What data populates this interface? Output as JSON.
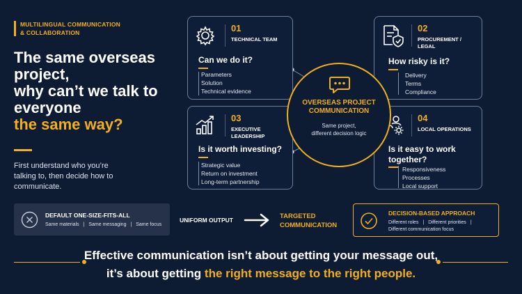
{
  "header": {
    "tag_line1": "MULTILINGUAL COMMUNICATION",
    "tag_line2": "& COLLABORATION",
    "headline_line1": "The same overseas",
    "headline_line2": "project,",
    "headline_line3": "why can’t we talk to",
    "headline_line4": "everyone",
    "headline_highlight": "the same way?",
    "subtext": "First understand who you’re talking to, then decide how to communicate."
  },
  "hub": {
    "title_line1": "OVERSEAS PROJECT",
    "title_line2": "COMMUNICATION",
    "sub_line1": "Same project,",
    "sub_line2": "different decision logic",
    "icon": "chat-bubble-icon"
  },
  "cards": [
    {
      "num": "01",
      "title_line1": "TECHNICAL TEAM",
      "title_line2": "",
      "question": "Can we do it?",
      "question_line2": "",
      "items": [
        "Parameters",
        "Solution",
        "Technical evidence"
      ],
      "icon": "gear-icon"
    },
    {
      "num": "02",
      "title_line1": "PROCUREMENT /",
      "title_line2": "LEGAL",
      "question": "How risky is it?",
      "question_line2": "",
      "items": [
        "Delivery",
        "Terms",
        "Compliance"
      ],
      "icon": "document-shield-icon"
    },
    {
      "num": "03",
      "title_line1": "EXECUTIVE",
      "title_line2": "LEADERSHIP",
      "question": "Is it worth investing?",
      "question_line2": "",
      "items": [
        "Strategic value",
        "Return on investment",
        "Long-term partnership"
      ],
      "icon": "bar-growth-icon"
    },
    {
      "num": "04",
      "title_line1": "LOCAL OPERATIONS",
      "title_line2": "",
      "question": "Is it easy to work",
      "question_line2": "together?",
      "items": [
        "Responsiveness",
        "Processes",
        "Local support"
      ],
      "icon": "team-gear-icon"
    }
  ],
  "bottom": {
    "left_title": "DEFAULT ONE-SIZE-FITS-ALL",
    "left_items": [
      "Same materials",
      "Same messaging",
      "Same focus"
    ],
    "separator": "|",
    "uniform": "UNIFORM OUTPUT",
    "targeted_line1": "TARGETED",
    "targeted_line2": "COMMUNICATION",
    "right_title": "DECISION-BASED APPROACH",
    "right_items": [
      "Different roles",
      "Different priorities",
      "Different communication focus"
    ]
  },
  "tagline": {
    "line1": "Effective communication isn’t about getting your message out,",
    "line2_start": "it’s about getting",
    "line2_highlight": "the right message to the right people."
  },
  "colors": {
    "background": "#0d1b33",
    "accent": "#f2b01e",
    "card_border": "#6f7f98",
    "text": "#ffffff"
  }
}
